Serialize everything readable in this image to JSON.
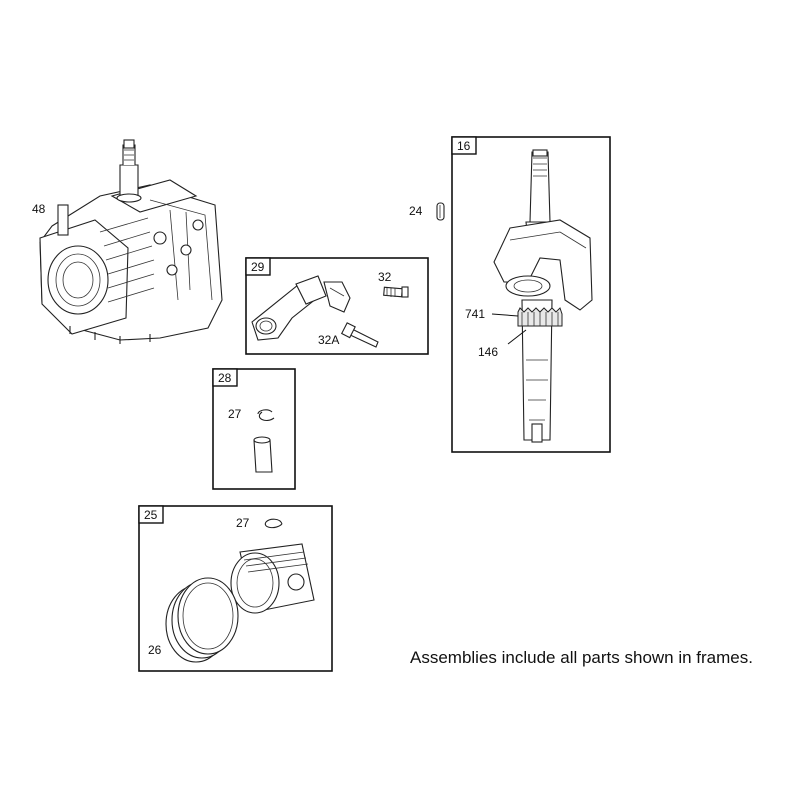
{
  "colors": {
    "line": "#111111",
    "background": "#ffffff",
    "shade": "#e9e9e9"
  },
  "frames": {
    "crankshaft": {
      "tag": "16"
    },
    "connecting_rod": {
      "tag": "29"
    },
    "piston_pin": {
      "tag": "28"
    },
    "piston": {
      "tag": "25"
    }
  },
  "labels": {
    "cylinder": "48",
    "key": "24",
    "timing_gear_leader": "741",
    "timing_gear": "146",
    "rod_bolt": "32",
    "rod_bolt_alt": "32A",
    "pin_retainer": "27",
    "piston_retainer": "27",
    "piston_rings": "26"
  },
  "footnote": "Assemblies include all parts shown in frames."
}
